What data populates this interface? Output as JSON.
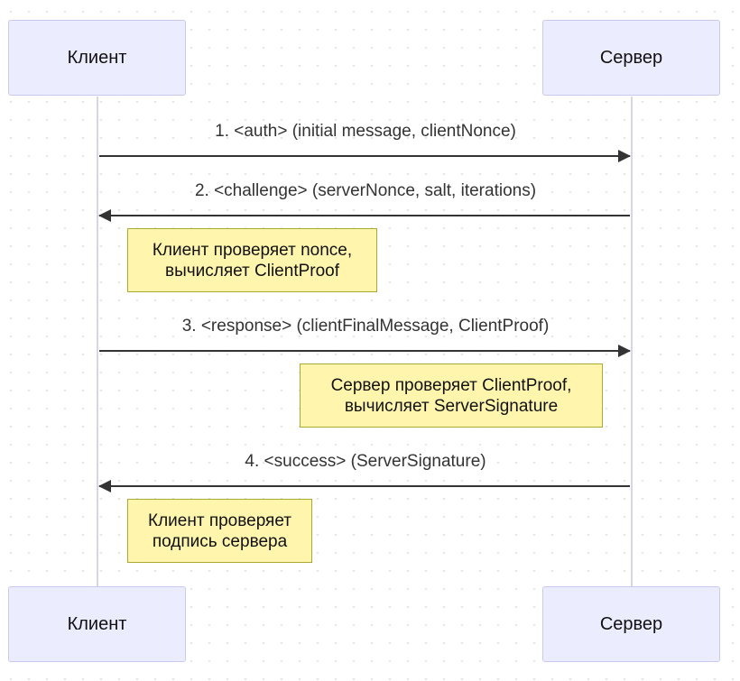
{
  "participants": {
    "client": "Клиент",
    "server": "Сервер"
  },
  "messages": [
    {
      "label": "1. <auth> (initial message, clientNonce)",
      "from": "client",
      "to": "server"
    },
    {
      "label": "2. <challenge> (serverNonce, salt, iterations)",
      "from": "server",
      "to": "client"
    },
    {
      "label": "3. <response> (clientFinalMessage, ClientProof)",
      "from": "client",
      "to": "server"
    },
    {
      "label": "4. <success> (ServerSignature)",
      "from": "server",
      "to": "client"
    }
  ],
  "notes": [
    {
      "line1": "Клиент проверяет nonce,",
      "line2": "вычисляет ClientProof",
      "over": "client"
    },
    {
      "line1": "Сервер проверяет ClientProof,",
      "line2": "вычисляет ServerSignature",
      "over": "server"
    },
    {
      "line1": "Клиент проверяет",
      "line2": "подпись сервера",
      "over": "client"
    }
  ],
  "colors": {
    "actor_fill": "#ececff",
    "actor_border": "#c9c9f0",
    "note_fill": "#fff5ad",
    "note_border": "#aaaa33",
    "arrow": "#333333"
  }
}
